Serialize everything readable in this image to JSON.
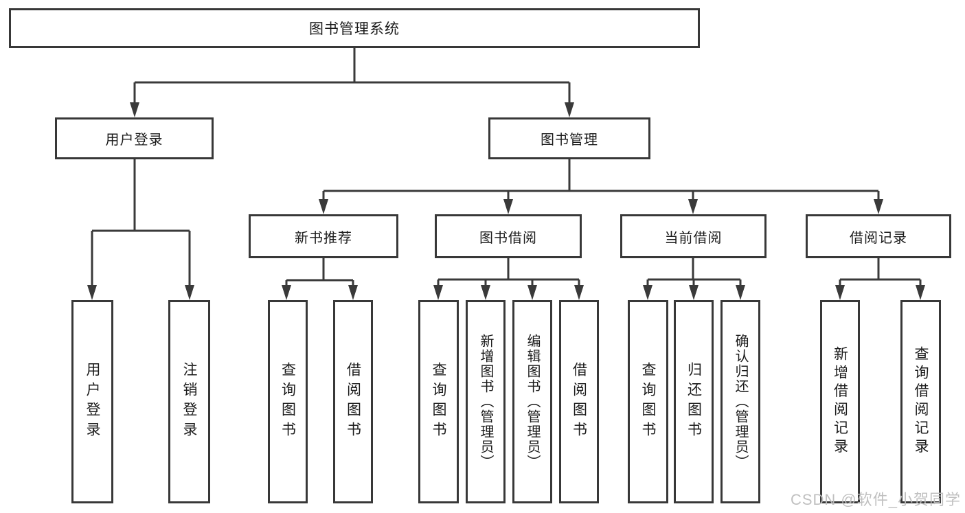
{
  "watermark": "CSDN @软件_小贺同学",
  "tree": {
    "root": {
      "label": "图书管理系统"
    },
    "level2": [
      {
        "label": "用户登录"
      },
      {
        "label": "图书管理"
      }
    ],
    "level3": [
      {
        "label": "新书推荐"
      },
      {
        "label": "图书借阅"
      },
      {
        "label": "当前借阅"
      },
      {
        "label": "借阅记录"
      }
    ],
    "leaves": [
      {
        "label": "用户登录"
      },
      {
        "label": "注销登录"
      },
      {
        "label": "查询图书"
      },
      {
        "label": "借阅图书"
      },
      {
        "label": "查询图书"
      },
      {
        "label": "新增图书（管理员）"
      },
      {
        "label": "编辑图书（管理员）"
      },
      {
        "label": "借阅图书"
      },
      {
        "label": "查询图书"
      },
      {
        "label": "归还图书"
      },
      {
        "label": "确认归还（管理员）"
      },
      {
        "label": "新增借阅记录"
      },
      {
        "label": "查询借阅记录"
      }
    ]
  }
}
